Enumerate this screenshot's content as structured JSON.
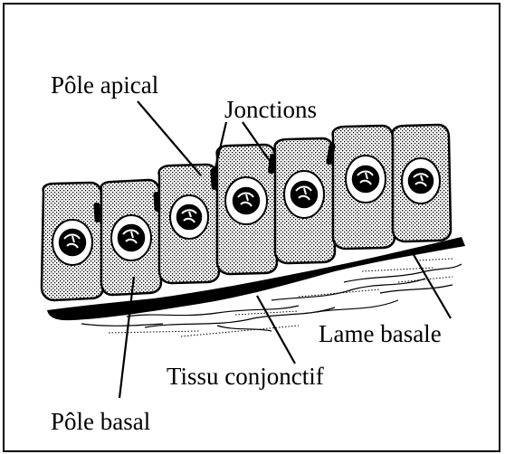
{
  "colors": {
    "ink": "#000000",
    "paper": "#ffffff"
  },
  "labels": {
    "pole_apical": "Pôle apical",
    "jonctions": "Jonctions",
    "lame_basale": "Lame basale",
    "tissu_conjonctif": "Tissu conjonctif",
    "pole_basal": "Pôle basal"
  }
}
